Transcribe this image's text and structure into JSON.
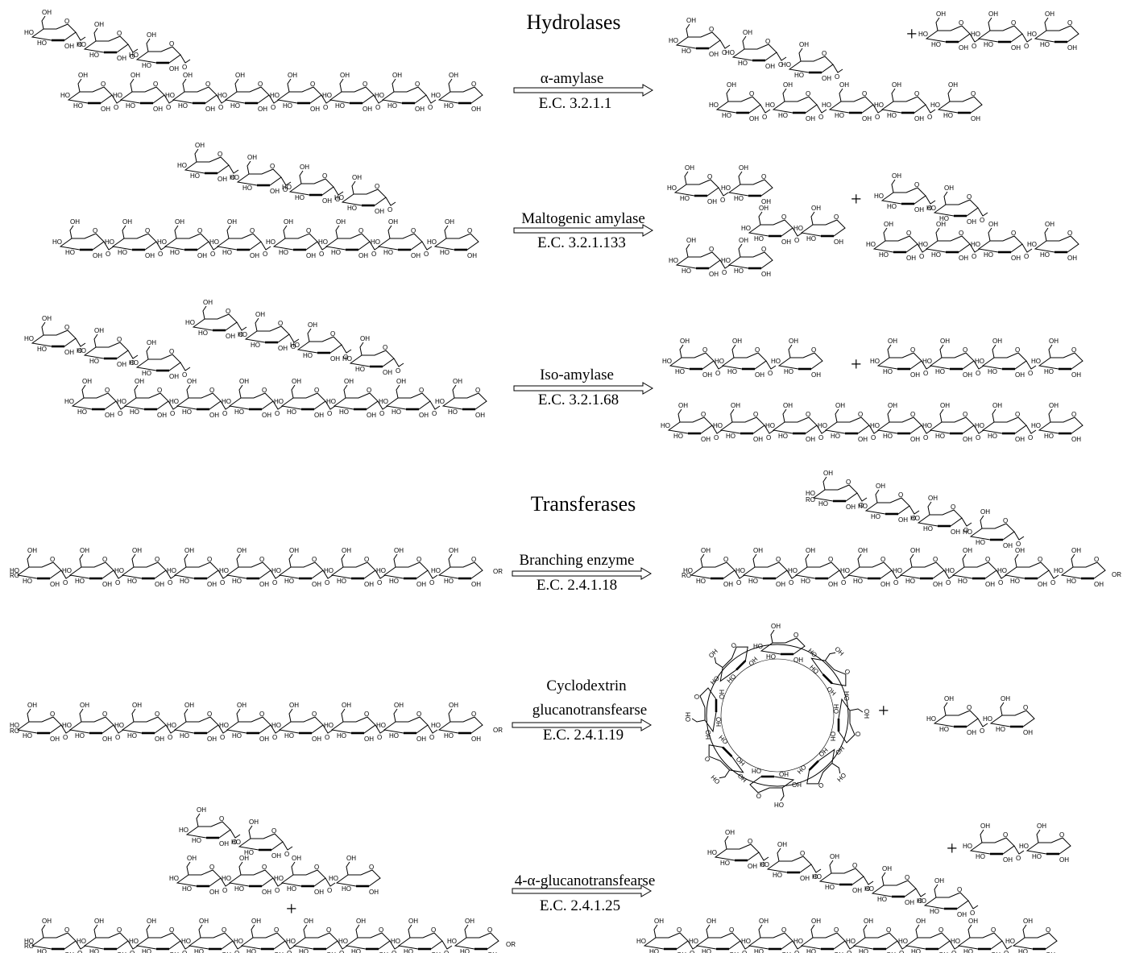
{
  "sections": {
    "hydrolases": "Hydrolases",
    "transferases": "Transferases"
  },
  "reactions": [
    {
      "enzyme": "α-amylase",
      "ec": "E.C. 3.2.1.1"
    },
    {
      "enzyme": "Maltogenic amylase",
      "ec": "E.C. 3.2.1.133"
    },
    {
      "enzyme": "Iso-amylase",
      "ec": "E.C. 3.2.1.68"
    },
    {
      "enzyme": "Branching enzyme",
      "ec": "E.C. 2.4.1.18"
    },
    {
      "enzyme_line1": "Cyclodextrin",
      "enzyme_line2": "glucanotransfearse",
      "ec": "E.C. 2.4.1.19"
    },
    {
      "enzyme": "4-α-glucanotransfearse",
      "ec": "E.C. 2.4.1.25"
    }
  ],
  "symbols": {
    "plus": "+",
    "arrow_icon": "double-line-arrow-icon"
  },
  "atom_labels": {
    "hydroxyl": "OH",
    "hydroxyl_left": "HO",
    "oxygen": "O",
    "ether": "RO",
    "reducing_end": "OR"
  },
  "colors": {
    "ink": "#000000",
    "background": "#ffffff"
  }
}
